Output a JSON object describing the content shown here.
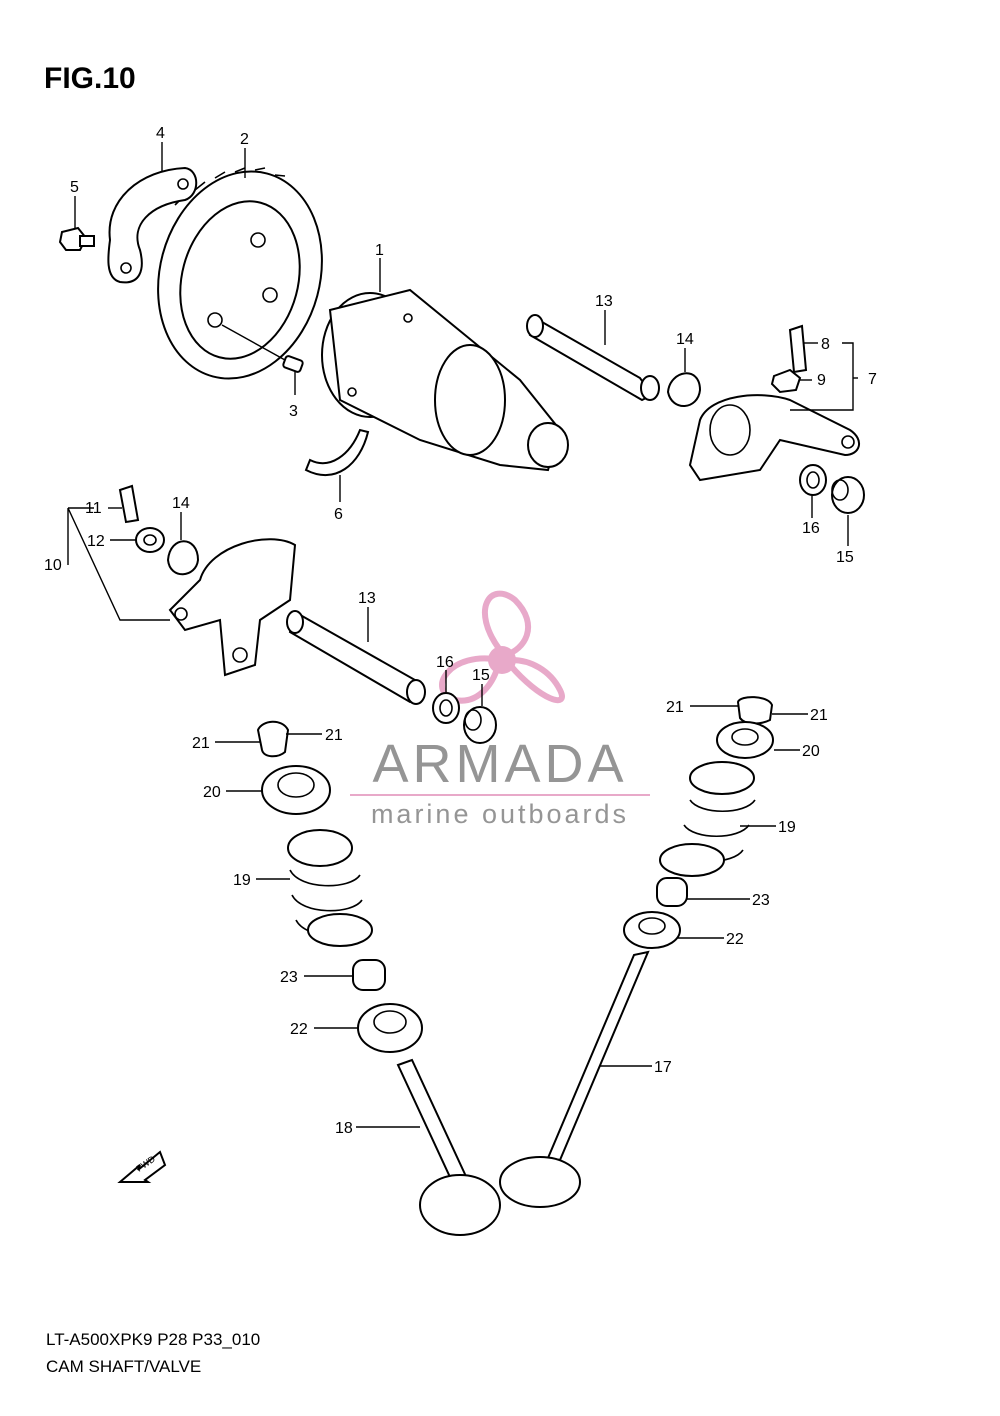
{
  "figure": {
    "title": "FIG.10"
  },
  "footer": {
    "code": "LT-A500XPK9 P28 P33_010",
    "name": "CAM SHAFT/VALVE"
  },
  "watermark": {
    "brand": "ARMADA",
    "tagline": "marine outboards",
    "brand_color": "#8a8a8a",
    "accent_color": "#e6a0c4"
  },
  "callouts": {
    "c1": "1",
    "c2": "2",
    "c3": "3",
    "c4": "4",
    "c5": "5",
    "c6": "6",
    "c7": "7",
    "c8": "8",
    "c9": "9",
    "c10": "10",
    "c11": "11",
    "c12": "12",
    "c13a": "13",
    "c13b": "13",
    "c14a": "14",
    "c14b": "14",
    "c15a": "15",
    "c15b": "15",
    "c16a": "16",
    "c16b": "16",
    "c17": "17",
    "c18": "18",
    "c19a": "19",
    "c19b": "19",
    "c20a": "20",
    "c20b": "20",
    "c21a": "21",
    "c21b": "21",
    "c21c": "21",
    "c21d": "21",
    "c22a": "22",
    "c22b": "22",
    "c23a": "23",
    "c23b": "23"
  },
  "fwd_label": "FWD"
}
